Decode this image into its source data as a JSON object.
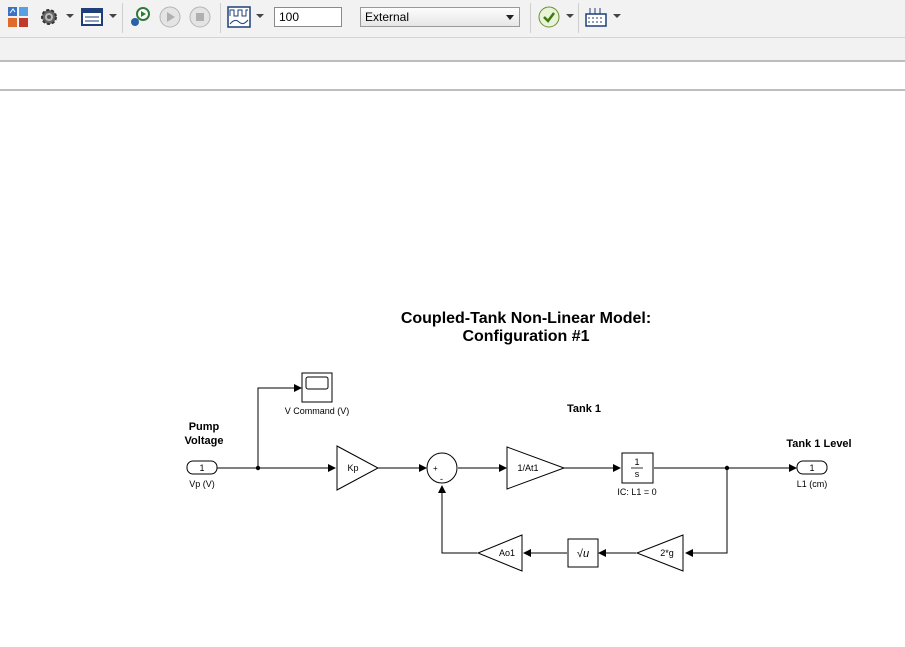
{
  "toolbar": {
    "stop_time_value": "100",
    "simulation_mode": "External",
    "icons": [
      "library-browser-icon",
      "model-settings-icon",
      "model-explorer-icon",
      "step-back-icon",
      "run-icon",
      "stop-icon",
      "record-icon",
      "check-icon",
      "hardware-icon"
    ]
  },
  "diagram": {
    "title_line1": "Coupled-Tank Non-Linear Model:",
    "title_line2": "Configuration #1",
    "pump_label_line1": "Pump",
    "pump_label_line2": "Voltage",
    "tank1_label": "Tank 1",
    "tank1_level_label": "Tank 1 Level",
    "inport_number": "1",
    "inport_name": "Vp (V)",
    "scope_name": "V Command (V)",
    "gain_kp": "Kp",
    "sum_plus": "+",
    "sum_minus": "-",
    "gain_at1": "1/At1",
    "integrator_num": "1",
    "integrator_den": "s",
    "integrator_ic": "IC: L1 = 0",
    "outport_number": "1",
    "outport_name": "L1 (cm)",
    "gain_2g": "2*g",
    "sqrt_label": "√u",
    "gain_ao1": "Ao1"
  },
  "colors": {
    "toolbar_bg": "#f2f2f2",
    "line": "#000000",
    "block_fill": "#ffffff"
  }
}
